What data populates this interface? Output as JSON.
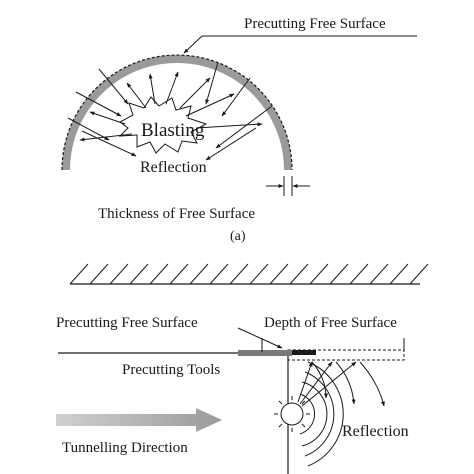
{
  "panel_a": {
    "labels": {
      "precutting_free_surface": "Precutting Free Surface",
      "blasting": "Blasting",
      "reflection": "Reflection",
      "thickness_of_free_surface": "Thickness of Free Surface",
      "panel_tag": "(a)"
    }
  },
  "panel_b": {
    "labels": {
      "precutting_free_surface": "Precutting Free Surface",
      "depth_of_free_surface": "Depth of Free Surface",
      "precutting_tools": "Precutting Tools",
      "tunnelling_direction": "Tunnelling Direction",
      "reflection": "Reflection"
    }
  },
  "colors": {
    "ink": "#1a1a1a",
    "shell_gray": "#9a9a9a",
    "arrow_gray": "#b0b0b0"
  }
}
